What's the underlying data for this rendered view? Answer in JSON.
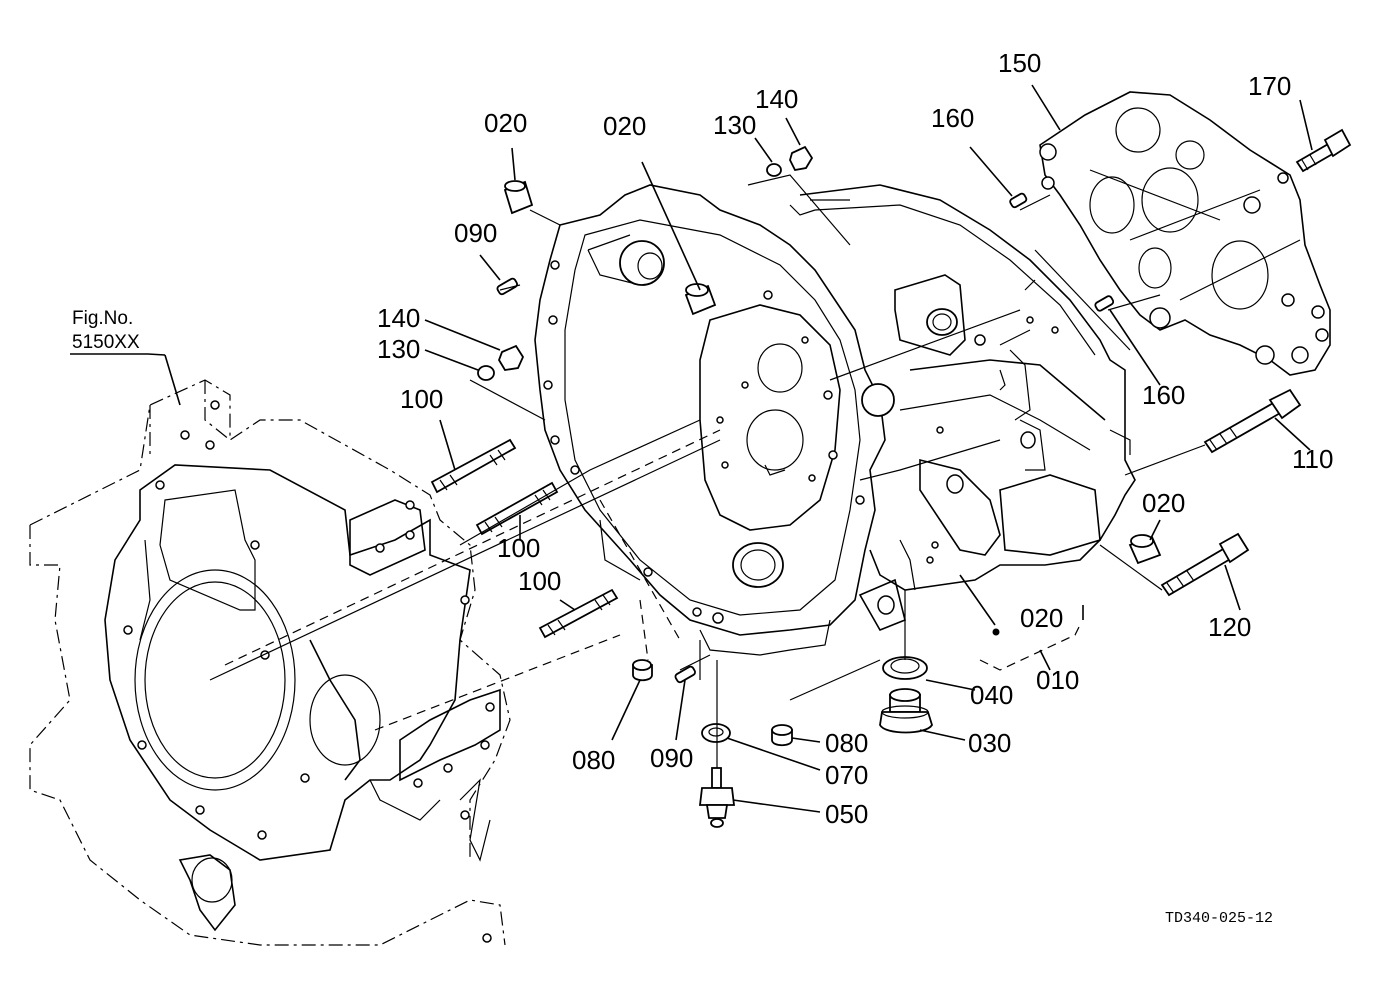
{
  "figure_ref": {
    "line1": "Fig.No.",
    "line2": "5150XX"
  },
  "drawing_code": "TD340-025-12",
  "callouts": [
    {
      "id": "c020a",
      "text": "020"
    },
    {
      "id": "c020b",
      "text": "020"
    },
    {
      "id": "c140a",
      "text": "140"
    },
    {
      "id": "c130a",
      "text": "130"
    },
    {
      "id": "c150",
      "text": "150"
    },
    {
      "id": "c170",
      "text": "170"
    },
    {
      "id": "c160a",
      "text": "160"
    },
    {
      "id": "c090a",
      "text": "090"
    },
    {
      "id": "c140b",
      "text": "140"
    },
    {
      "id": "c130b",
      "text": "130"
    },
    {
      "id": "c100a",
      "text": "100"
    },
    {
      "id": "c100b",
      "text": "100"
    },
    {
      "id": "c100c",
      "text": "100"
    },
    {
      "id": "c160b",
      "text": "160"
    },
    {
      "id": "c110",
      "text": "110"
    },
    {
      "id": "c020c",
      "text": "020"
    },
    {
      "id": "c120",
      "text": "120"
    },
    {
      "id": "c020d",
      "text": "020"
    },
    {
      "id": "c010",
      "text": "010"
    },
    {
      "id": "c040",
      "text": "040"
    },
    {
      "id": "c030",
      "text": "030"
    },
    {
      "id": "c080a",
      "text": "080"
    },
    {
      "id": "c090b",
      "text": "090"
    },
    {
      "id": "c080b",
      "text": "080"
    },
    {
      "id": "c070",
      "text": "070"
    },
    {
      "id": "c050",
      "text": "050"
    }
  ]
}
